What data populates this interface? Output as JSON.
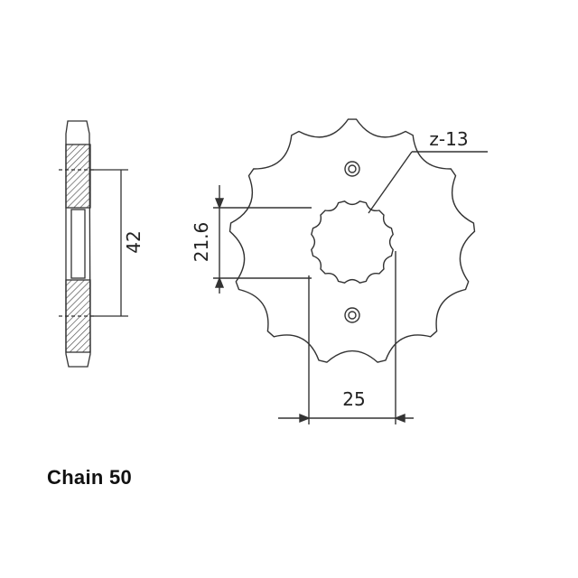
{
  "labels": {
    "dim_side_height": "42",
    "dim_inner_diameter": "21.6",
    "dim_bolt_spacing": "25",
    "tooth_count": "z-13"
  },
  "caption": "Chain 50",
  "colors": {
    "line": "#333333",
    "hatch": "#555555",
    "text": "#111111"
  }
}
